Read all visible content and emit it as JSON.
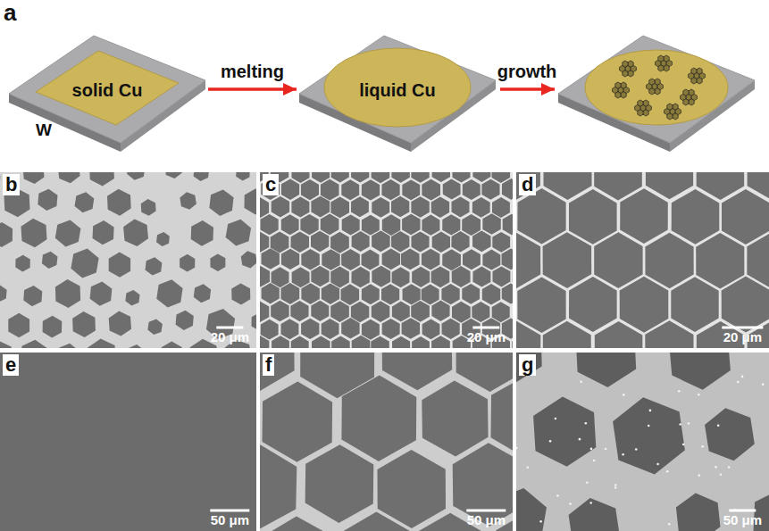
{
  "diagram": {
    "nodes": [
      {
        "text": [
          "solid Cu"
        ]
      },
      {
        "text": [
          "liquid Cu"
        ]
      }
    ],
    "edges": [
      {
        "from": 0,
        "to": 1,
        "arrow": "to",
        "label": "melting"
      }
    ],
    "labels": [
      "a",
      "W",
      "growth",
      "b",
      "c",
      "d",
      "e",
      "f",
      "g",
      "20 μm",
      "20 μm",
      "20 μm",
      "50 μm",
      "50 μm",
      "50 μm"
    ]
  }
}
